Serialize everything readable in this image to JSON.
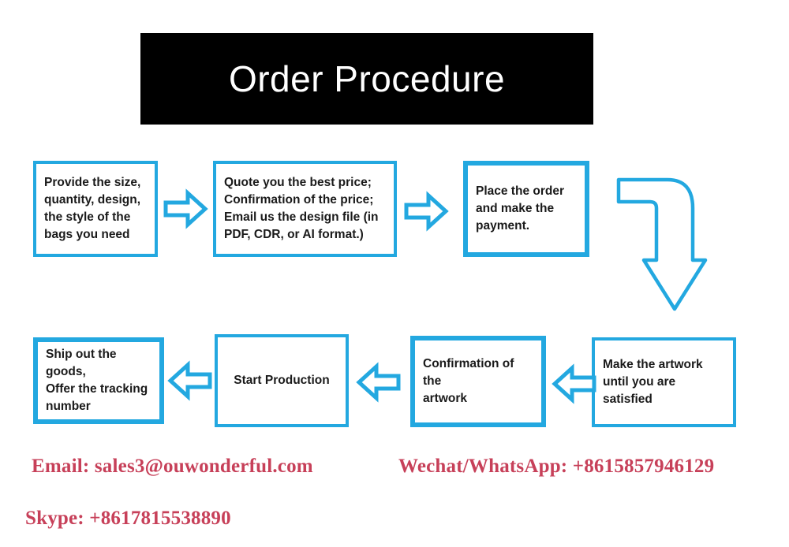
{
  "title": {
    "text": "Order Procedure",
    "background": "#000000",
    "color": "#ffffff"
  },
  "theme": {
    "box_border": "#23A8E0",
    "arrow_stroke": "#23A8E0",
    "arrow_fill": "#ffffff",
    "box_text": "#1a1a1a",
    "contact_color": "#C74059",
    "page_background": "#ffffff"
  },
  "flow": {
    "top_row": [
      {
        "id": "provide",
        "text": "Provide the size,\nquantity, design,\nthe style of the\nbags you need"
      },
      {
        "id": "quote",
        "text": "Quote you the best price;\nConfirmation of the price;\nEmail us the design file (in\nPDF, CDR, or AI format.)"
      },
      {
        "id": "place",
        "text": "Place the order\nand make the\npayment."
      }
    ],
    "bottom_row": [
      {
        "id": "ship",
        "text": "Ship out the goods,\nOffer the tracking\nnumber"
      },
      {
        "id": "start",
        "text": "Start Production"
      },
      {
        "id": "confirm",
        "text": "Confirmation of the\nartwork"
      },
      {
        "id": "make",
        "text": "Make the artwork\nuntil you are satisfied"
      }
    ],
    "connectors": [
      {
        "id": "arrow-1",
        "direction": "right"
      },
      {
        "id": "arrow-2",
        "direction": "right"
      },
      {
        "id": "arrow-elbow",
        "direction": "right-then-down"
      },
      {
        "id": "arrow-b3",
        "direction": "left"
      },
      {
        "id": "arrow-b2",
        "direction": "left"
      },
      {
        "id": "arrow-b1",
        "direction": "left"
      }
    ]
  },
  "contacts": {
    "email": "Email: sales3@ouwonderful.com",
    "wechat": "Wechat/WhatsApp: +8615857946129",
    "skype": "Skype: +8617815538890"
  }
}
